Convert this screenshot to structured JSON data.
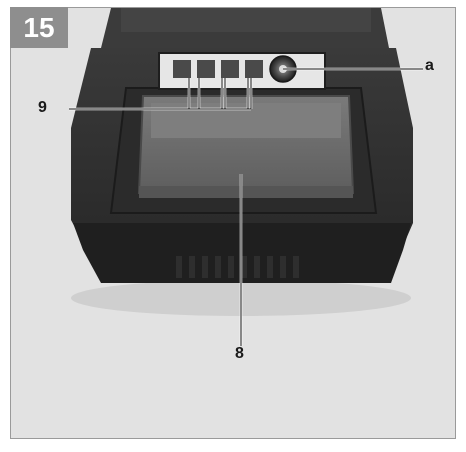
{
  "figure": {
    "number": "15",
    "callouts": {
      "a": "a",
      "nine": "9",
      "eight": "8"
    }
  },
  "colors": {
    "background": "#e2e2e2",
    "battery_body": "#2f2f2f",
    "battery_top": "#3c3c3c",
    "button": "#707070",
    "indicator_panel": "#e6e6e6",
    "figure_badge": "#8e8e8e"
  },
  "icons": [
    "battery-pack-icon",
    "charge-status-button-icon",
    "charge-led-icon"
  ]
}
